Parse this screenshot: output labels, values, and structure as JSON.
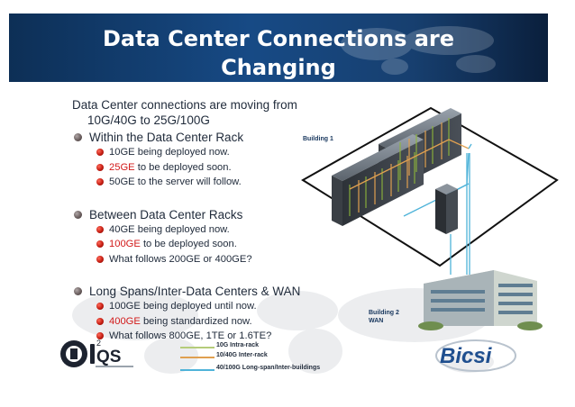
{
  "title": {
    "line1": "Data Center Connections are",
    "line2": "Changing"
  },
  "intro": {
    "line1": "Data Center connections are moving from",
    "line2": "10G/40G to 25G/100G"
  },
  "sections": [
    {
      "heading": "Within the Data Center Rack",
      "items": [
        {
          "highlight": "",
          "text": "10GE being deployed now."
        },
        {
          "highlight": "25GE",
          "text": " to be deployed soon."
        },
        {
          "highlight": "",
          "text": "50GE to the server will follow."
        }
      ]
    },
    {
      "heading": "Between Data Center Racks",
      "items": [
        {
          "highlight": "",
          "text": "40GE being deployed now."
        },
        {
          "highlight": "100GE",
          "text": " to be deployed soon."
        },
        {
          "highlight": "",
          "text": "What follows 200GE or 400GE?"
        }
      ]
    },
    {
      "heading": "Long Spans/Inter-Data Centers & WAN",
      "items": [
        {
          "highlight": "",
          "text": "100GE being deployed until now."
        },
        {
          "highlight": "400GE",
          "text": " being standardized now."
        },
        {
          "highlight": "",
          "text": "What follows 800GE, 1TE or 1.6TE?"
        }
      ]
    }
  ],
  "diagram": {
    "building1_label": "Building 1",
    "building2_label_line1": "Building  2",
    "building2_label_line2": "WAN"
  },
  "legend": [
    {
      "label": "10G Intra-rack",
      "color": "#b5cc7a"
    },
    {
      "label": "10/40G Inter-rack",
      "color": "#e0a050"
    },
    {
      "label": "40/100G Long-span/Inter-buildings",
      "color": "#4fb3d9"
    }
  ],
  "logos": {
    "left_text": "QS",
    "left_sup": "2",
    "right_text": "Bicsi"
  },
  "colors": {
    "title_bg": "#174a85",
    "highlight_red": "#d21a1a",
    "bullet_red": "#c41d12"
  }
}
